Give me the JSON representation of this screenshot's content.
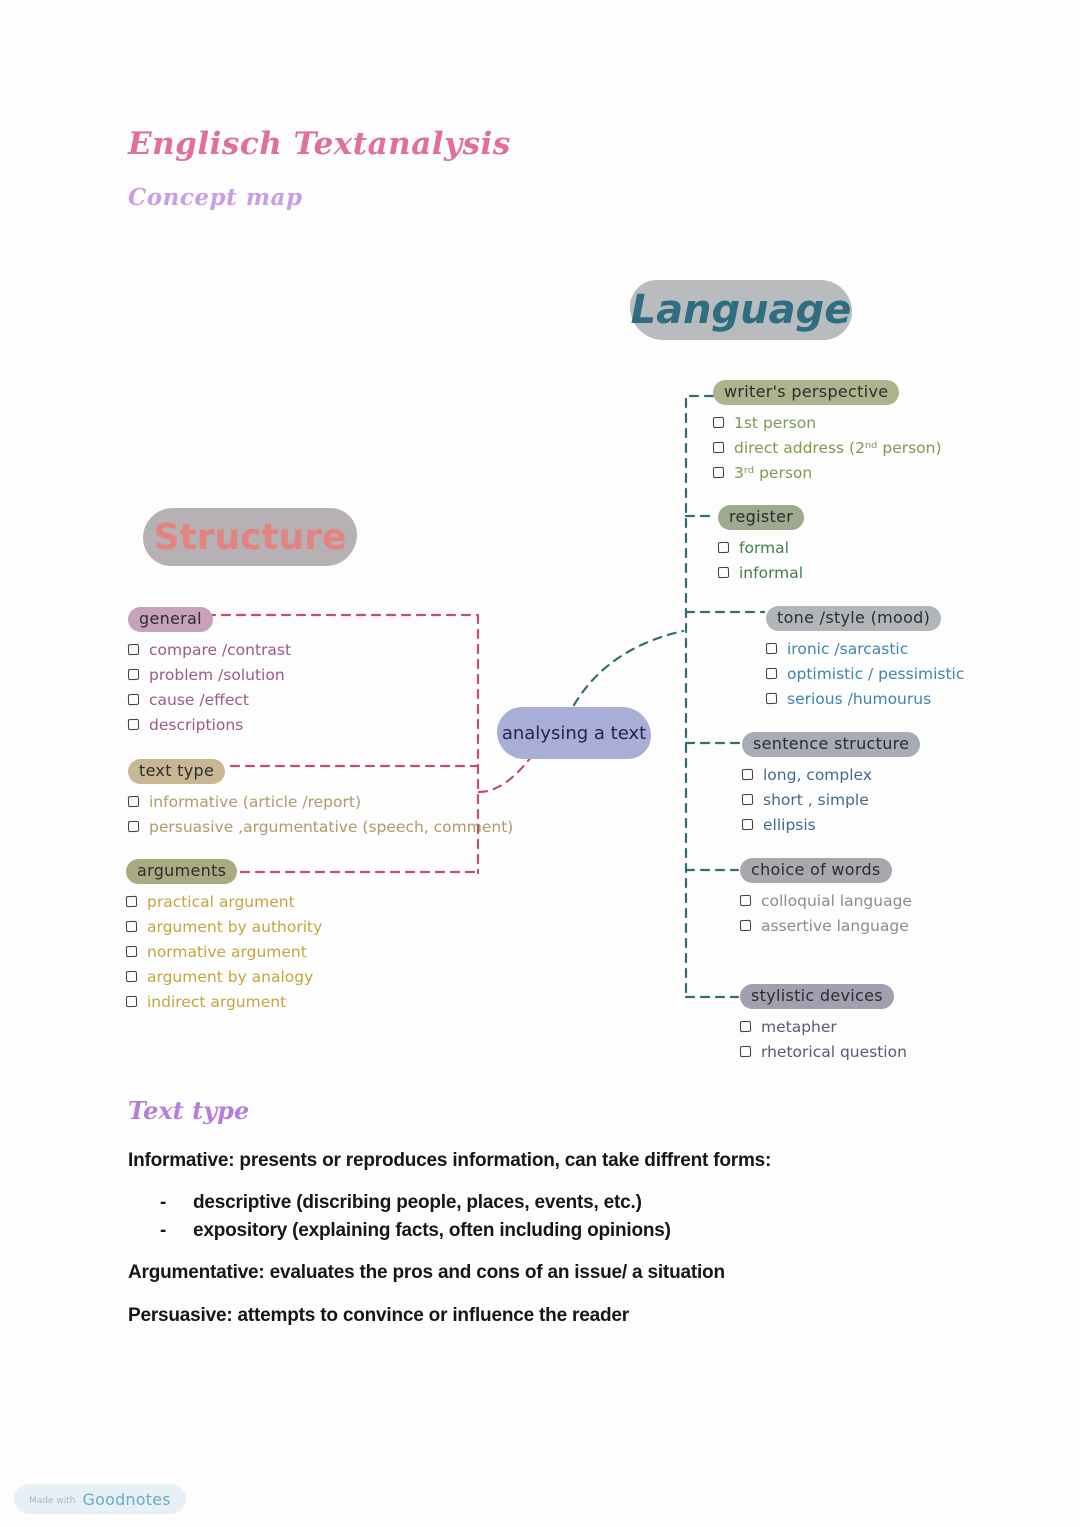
{
  "colors": {
    "title_pink": "#e06f9b",
    "subtitle_lilac": "#c89fe2",
    "language_teal": "#2f6d80",
    "structure_coral": "#e5837e",
    "bubble_gray": "#b9bcbe",
    "center_periwinkle": "#a8aed6",
    "rose_connector": "#c04f6b",
    "teal_connector": "#2f6f74"
  },
  "header": {
    "title": "Englisch Textanalysis",
    "subtitle": "Concept map"
  },
  "map": {
    "center_label": "analysing a text",
    "language": {
      "title": "Language",
      "sections": [
        {
          "label": "writer's perspective",
          "items": [
            "1st person",
            "direct address (2ⁿᵈ person)",
            "3ʳᵈ person"
          ]
        },
        {
          "label": "register",
          "items": [
            "formal",
            "informal"
          ]
        },
        {
          "label": "tone /style (mood)",
          "items": [
            "ironic /sarcastic",
            "optimistic / pessimistic",
            "serious /humourus"
          ]
        },
        {
          "label": "sentence structure",
          "items": [
            "long, complex",
            "short , simple",
            "ellipsis"
          ]
        },
        {
          "label": "choice of words",
          "items": [
            "colloquial language",
            "assertive language"
          ]
        },
        {
          "label": "stylistic devices",
          "items": [
            "metapher",
            "rhetorical question"
          ]
        }
      ]
    },
    "structure": {
      "title": "Structure",
      "sections": [
        {
          "label": "general",
          "items": [
            "compare /contrast",
            "problem /solution",
            "cause /effect",
            "descriptions"
          ]
        },
        {
          "label": "text type",
          "items": [
            "informative (article /report)",
            "persuasive ,argumentative (speech, comment)"
          ]
        },
        {
          "label": "arguments",
          "items": [
            "practical argument",
            "argument by authority",
            "normative argument",
            "argument by analogy",
            "indirect argument"
          ]
        }
      ]
    }
  },
  "notes": {
    "heading": "Text type",
    "informative": "Informative: presents or reproduces information, can take diffrent forms:",
    "bullet_dash": "-",
    "bullets": [
      "descriptive (discribing people, places, events, etc.)",
      "expository (explaining facts, often including opinions)"
    ],
    "argumentative": "Argumentative: evaluates the pros and cons of an issue/ a situation",
    "persuasive": "Persuasive: attempts to convince or influence the reader"
  },
  "footer": {
    "made_with": "Made with",
    "brand": "Goodnotes"
  }
}
